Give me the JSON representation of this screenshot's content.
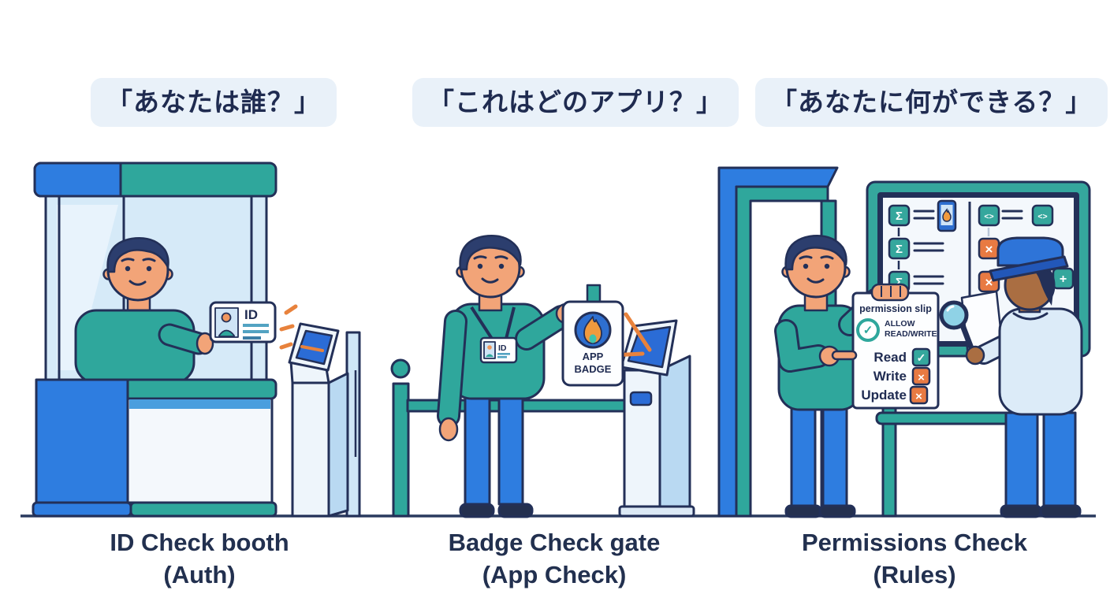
{
  "panels": [
    {
      "id": "auth",
      "question": "「あなたは誰？」",
      "caption": "ID Check booth",
      "caption_sub": "(Auth)",
      "id_card_label": "ID"
    },
    {
      "id": "app-check",
      "question": "「これはどのアプリ？」",
      "caption": "Badge Check gate",
      "caption_sub": "(App Check)",
      "badge_label_line1": "APP",
      "badge_label_line2": "BADGE",
      "lanyard_id_label": "ID"
    },
    {
      "id": "rules",
      "question": "「あなたに何ができる？」",
      "caption": "Permissions Check",
      "caption_sub": "(Rules)",
      "permission_slip": {
        "title": "permission slip",
        "stamp_mark": "✓",
        "allow_line1": "ALLOW",
        "allow_line2": "READ/WRITE",
        "rows": [
          {
            "label": "Read",
            "allowed": true,
            "mark": "✓"
          },
          {
            "label": "Write",
            "allowed": false,
            "mark": "×"
          },
          {
            "label": "Update",
            "allowed": false,
            "mark": "×"
          }
        ]
      },
      "board_glyphs": {
        "sigma": "Σ",
        "code": "<>",
        "cross": "×",
        "plus": "+"
      }
    }
  ],
  "colors": {
    "teal": "#2fa79c",
    "blue": "#2e7de0",
    "navy_outline": "#233058",
    "text_navy": "#202c52",
    "orange": "#e8823c",
    "denied_orange": "#e87a42",
    "screen_blue": "#2b6cd6",
    "glass_blue": "#cfe6f7",
    "bubble_bg": "#e9f1f9",
    "skin": "#f2a478",
    "skin_dark": "#aa6e42"
  }
}
